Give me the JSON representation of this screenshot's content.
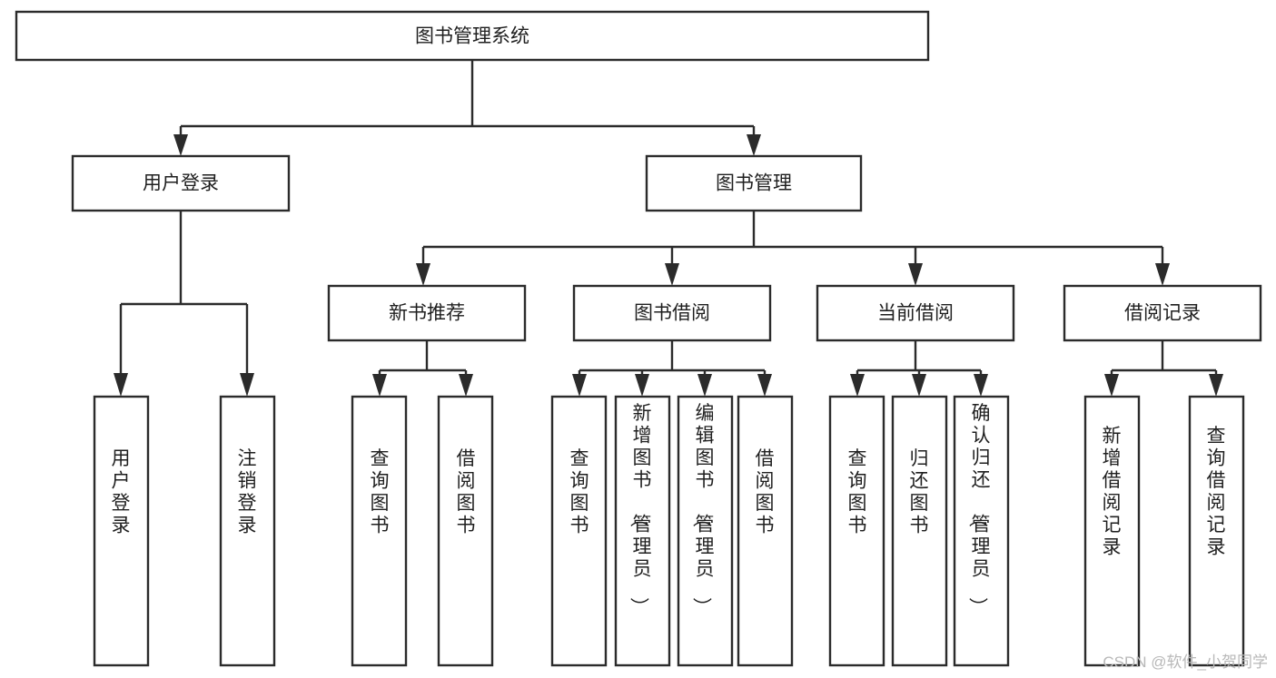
{
  "diagram": {
    "title": "图书管理系统",
    "type": "function-structure-tree",
    "orientation": "top-down",
    "levels": 4,
    "nodes": {
      "root": {
        "label": "图书管理系统",
        "level": 1
      },
      "level2": [
        {
          "id": "user-login",
          "label": "用户登录"
        },
        {
          "id": "book-manage",
          "label": "图书管理"
        }
      ],
      "level3": [
        {
          "id": "new-book-recommend",
          "label": "新书推荐",
          "parent": "book-manage"
        },
        {
          "id": "book-borrow",
          "label": "图书借阅",
          "parent": "book-manage"
        },
        {
          "id": "current-borrow",
          "label": "当前借阅",
          "parent": "book-manage"
        },
        {
          "id": "borrow-record",
          "label": "借阅记录",
          "parent": "book-manage"
        }
      ],
      "leaves": [
        {
          "id": "leaf-user-login",
          "label": "用户登录",
          "parent": "user-login"
        },
        {
          "id": "leaf-logout-login",
          "label": "注销登录",
          "parent": "user-login"
        },
        {
          "id": "leaf-query-book-1",
          "label": "查询图书",
          "parent": "new-book-recommend"
        },
        {
          "id": "leaf-borrow-book-1",
          "label": "借阅图书",
          "parent": "new-book-recommend"
        },
        {
          "id": "leaf-query-book-2",
          "label": "查询图书",
          "parent": "book-borrow"
        },
        {
          "id": "leaf-add-book",
          "label": "新增图书（管理员）",
          "parent": "book-borrow"
        },
        {
          "id": "leaf-edit-book",
          "label": "编辑图书（管理员）",
          "parent": "book-borrow"
        },
        {
          "id": "leaf-borrow-book-2",
          "label": "借阅图书",
          "parent": "book-borrow"
        },
        {
          "id": "leaf-query-book-3",
          "label": "查询图书",
          "parent": "current-borrow"
        },
        {
          "id": "leaf-return-book",
          "label": "归还图书",
          "parent": "current-borrow"
        },
        {
          "id": "leaf-confirm-return",
          "label": "确认归还（管理员）",
          "parent": "current-borrow"
        },
        {
          "id": "leaf-add-record",
          "label": "新增借阅记录",
          "parent": "borrow-record"
        },
        {
          "id": "leaf-query-record",
          "label": "查询借阅记录",
          "parent": "borrow-record"
        }
      ]
    },
    "watermark": "CSDN @软件_小贺同学",
    "colors": {
      "background": "#ffffff",
      "box_stroke": "#2b2b2b",
      "box_fill": "#ffffff",
      "text": "#1f1f1f",
      "watermark": "#b8b8b8"
    }
  }
}
